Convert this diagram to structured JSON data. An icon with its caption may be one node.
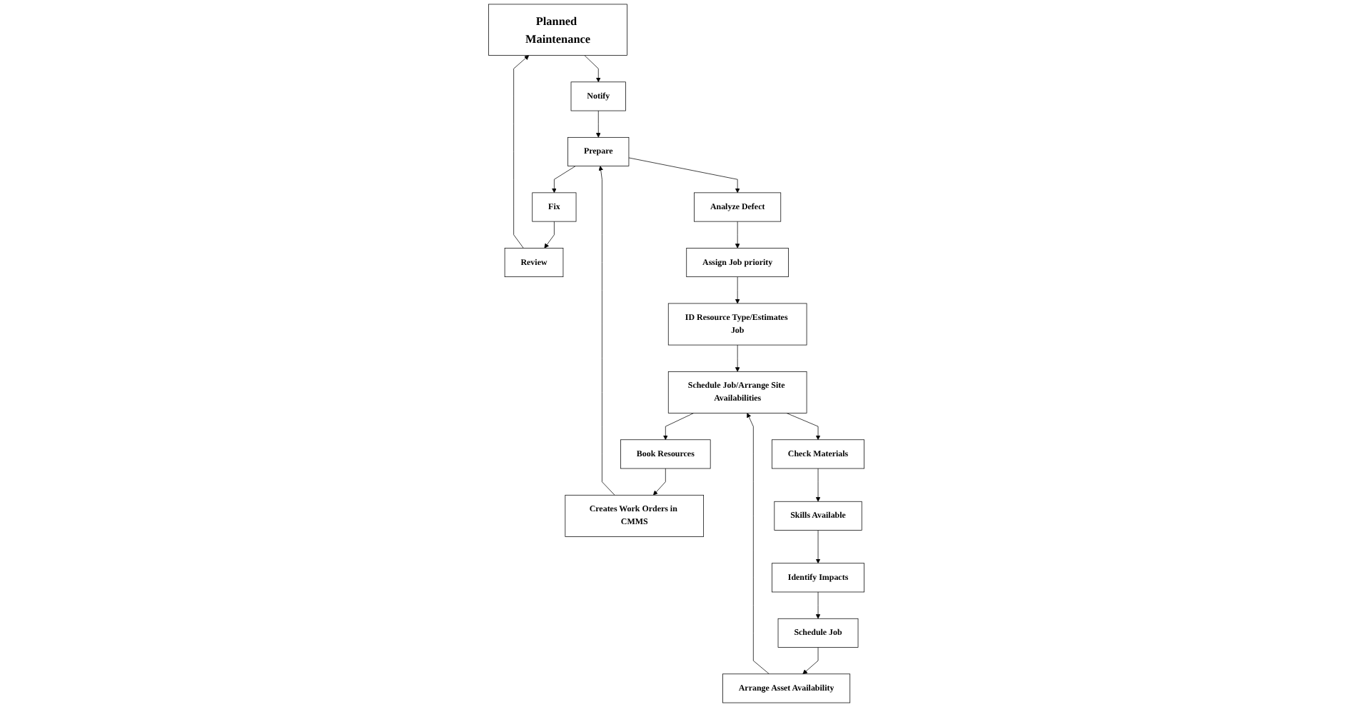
{
  "diagram": {
    "nodes": [
      {
        "text": [
          "Planned Maintenance"
        ]
      },
      {
        "text": [
          "Notify"
        ]
      },
      {
        "text": [
          "Prepare"
        ]
      },
      {
        "text": [
          "Fix"
        ]
      },
      {
        "text": [
          "Review"
        ]
      },
      {
        "text": [
          "Analyze Defect"
        ]
      },
      {
        "text": [
          "Assign Job priority"
        ]
      },
      {
        "text": [
          "ID Resource Type/Estimates Job"
        ]
      },
      {
        "text": [
          "Schedule Job/Arrange Site Availabilities"
        ]
      },
      {
        "text": [
          "Book Resources"
        ]
      },
      {
        "text": [
          "Creates Work Orders in CMMS"
        ]
      },
      {
        "text": [
          "Check Materials"
        ]
      },
      {
        "text": [
          "Skills Available"
        ]
      },
      {
        "text": [
          "Identify Impacts"
        ]
      },
      {
        "text": [
          "Schedule Job"
        ]
      },
      {
        "text": [
          "Arrange Asset Availability"
        ]
      }
    ],
    "edges": [
      {
        "from": 0,
        "to": 1,
        "arrow": "to"
      },
      {
        "from": 1,
        "to": 2,
        "arrow": "to"
      },
      {
        "from": 2,
        "to": 3,
        "arrow": "to"
      },
      {
        "from": 3,
        "to": 4,
        "arrow": "to"
      },
      {
        "from": 4,
        "to": 0,
        "arrow": "to"
      },
      {
        "from": 2,
        "to": 5,
        "arrow": "to"
      },
      {
        "from": 5,
        "to": 6,
        "arrow": "to"
      },
      {
        "from": 6,
        "to": 7,
        "arrow": "to"
      },
      {
        "from": 7,
        "to": 8,
        "arrow": "to"
      },
      {
        "from": 8,
        "to": 9,
        "arrow": "to"
      },
      {
        "from": 9,
        "to": 10,
        "arrow": "to"
      },
      {
        "from": 10,
        "to": 2,
        "arrow": "to"
      },
      {
        "from": 8,
        "to": 11,
        "arrow": "to"
      },
      {
        "from": 11,
        "to": 12,
        "arrow": "to"
      },
      {
        "from": 12,
        "to": 13,
        "arrow": "to"
      },
      {
        "from": 13,
        "to": 14,
        "arrow": "to"
      },
      {
        "from": 14,
        "to": 15,
        "arrow": "to"
      },
      {
        "from": 15,
        "to": 8,
        "arrow": "to"
      }
    ]
  }
}
